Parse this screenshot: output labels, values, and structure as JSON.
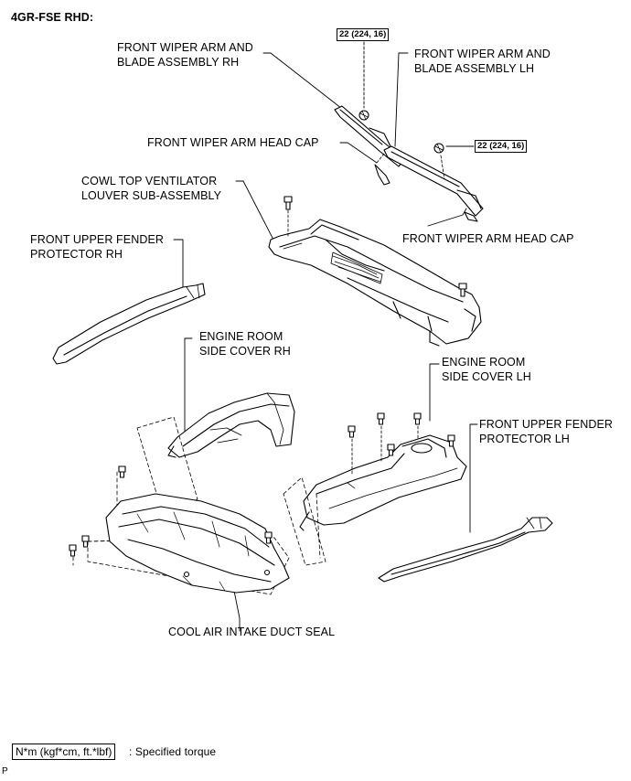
{
  "header": {
    "title": "4GR-FSE RHD:"
  },
  "labels": {
    "wiper_rh_1": "FRONT WIPER ARM AND",
    "wiper_rh_2": "BLADE ASSEMBLY RH",
    "wiper_lh_1": "FRONT WIPER ARM AND",
    "wiper_lh_2": "BLADE ASSEMBLY LH",
    "head_cap_upper": "FRONT WIPER ARM HEAD CAP",
    "head_cap_lower": "FRONT WIPER ARM HEAD CAP",
    "cowl_1": "COWL TOP VENTILATOR",
    "cowl_2": "LOUVER SUB-ASSEMBLY",
    "fender_rh_1": "FRONT UPPER FENDER",
    "fender_rh_2": "PROTECTOR RH",
    "engine_rh_1": "ENGINE ROOM",
    "engine_rh_2": "SIDE COVER RH",
    "engine_lh_1": "ENGINE ROOM",
    "engine_lh_2": "SIDE COVER LH",
    "fender_lh_1": "FRONT UPPER FENDER",
    "fender_lh_2": "PROTECTOR LH",
    "duct_seal": "COOL AIR INTAKE DUCT SEAL"
  },
  "torque": {
    "top": "22 (224, 16)",
    "right": "22 (224, 16)"
  },
  "legend": {
    "unit_box": "N*m (kgf*cm, ft.*lbf)",
    "description": ": Specified torque"
  },
  "footer": {
    "corner_mark": "P"
  }
}
